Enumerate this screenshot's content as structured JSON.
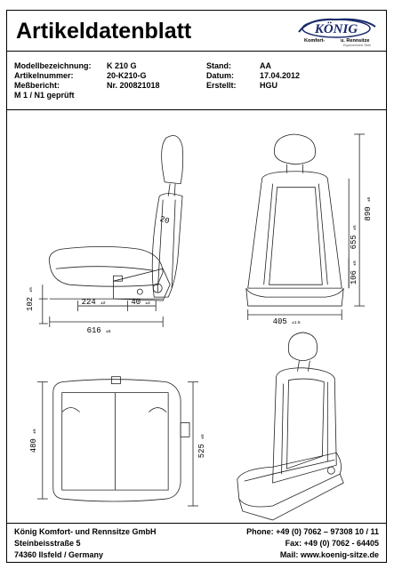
{
  "header": {
    "title": "Artikeldatenblatt",
    "logo_word": "KÖNIG",
    "logo_sub_left": "Komfort-",
    "logo_sub_right": "u. Rennsitze",
    "logo_tagline": "Ergonomische Sitze"
  },
  "info": {
    "left": [
      {
        "label": "Modellbezeichnung:",
        "value": "K 210 G"
      },
      {
        "label": "Artikelnummer:",
        "value": "20-K210-G"
      },
      {
        "label": "Meßbericht:",
        "value": "Nr. 200821018"
      },
      {
        "label": "M 1 / N1 geprüft",
        "value": ""
      }
    ],
    "right": [
      {
        "label": "Stand:",
        "value": "AA"
      },
      {
        "label": "Datum:",
        "value": "17.04.2012"
      },
      {
        "label": "Erstellt:",
        "value": "HGU"
      }
    ]
  },
  "dimensions": {
    "side_label": "20",
    "d102": "102",
    "d102_tol": "±5",
    "d224": "224",
    "d224_tol": "±2",
    "d40": "40",
    "d40_tol": "±2",
    "d616": "616",
    "d616_tol": "±5",
    "d890": "890",
    "d890_tol": "±5",
    "d655": "655",
    "d655_tol": "±5",
    "d106": "106",
    "d106_tol": "±5",
    "d405": "405",
    "d405_tol": "±1.5",
    "d480": "480",
    "d480_tol": "±5",
    "d525": "525",
    "d525_tol": "±5"
  },
  "footer": {
    "company": "König Komfort- und Rennsitze GmbH",
    "street": "Steinbeisstraße 5",
    "city": "74360 Ilsfeld / Germany",
    "phone": "Phone: +49 (0) 7062 – 97308 10 / 11",
    "fax": "Fax: +49 (0) 7062 - 64405",
    "mail": "Mail: www.koenig-sitze.de"
  }
}
